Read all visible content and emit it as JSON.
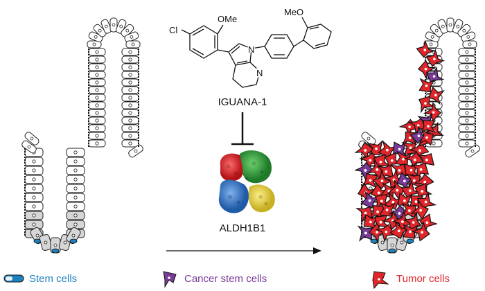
{
  "compound": {
    "name": "IGUANA-1",
    "substituent_left_top": "OMe",
    "substituent_right_top": "MeO",
    "halogen": "Cl",
    "ring_atom_1": "N",
    "ring_atom_2": "N"
  },
  "target": {
    "name": "ALDH1B1",
    "subunit_colors": [
      "#d4232a",
      "#2f9a3b",
      "#3a7cc6",
      "#e6d44a"
    ]
  },
  "legend": [
    {
      "label": "Stem cells",
      "color": "#1f82c0",
      "icon": "stem-cell-icon"
    },
    {
      "label": "Cancer stem cells",
      "color": "#7a3a98",
      "icon": "cancer-stem-cell-icon"
    },
    {
      "label": "Tumor cells",
      "color": "#e0262b",
      "icon": "tumor-cell-icon"
    }
  ],
  "colors": {
    "stem": "#1f82c0",
    "cancer_stem": "#7a3a98",
    "tumor": "#e0262b",
    "outline": "#222222"
  }
}
